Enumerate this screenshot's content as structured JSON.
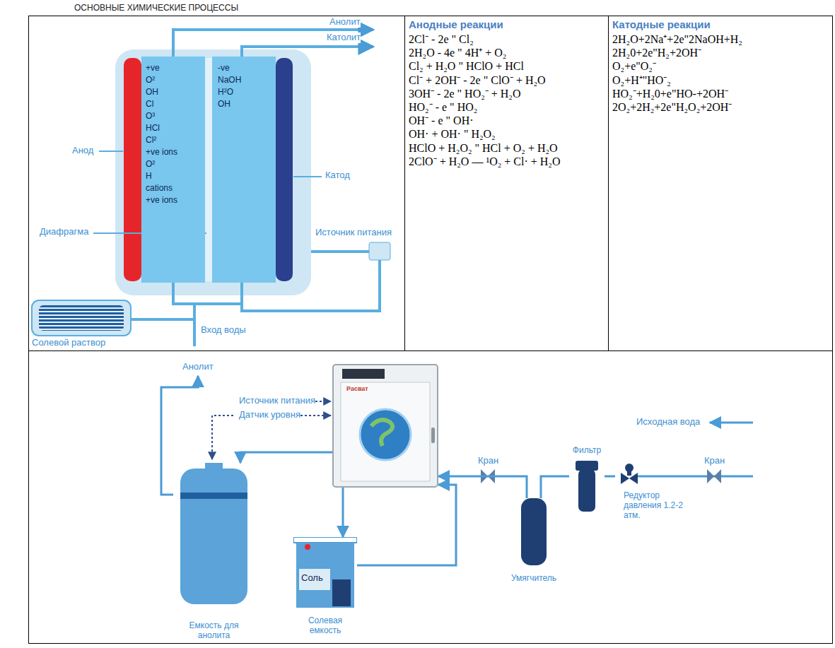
{
  "diagram": {
    "title": "ОСНОВНЫЕ ХИМИЧЕСКИЕ ПРОЦЕССЫ",
    "nodes": [
      {
        "text": [
          "+ve",
          "O²",
          "OH",
          "Cl",
          "O³",
          "HCl",
          "Cl²",
          "+ve ions",
          "O²",
          "H",
          "cations",
          "+ve ions"
        ]
      },
      {
        "text": [
          "-ve",
          "NaOH",
          "H²O",
          "OH"
        ]
      },
      {
        "text": [
          "Анодные реакции",
          "2Cl⁻ - 2e \" Cl₂",
          "2H₂O - 4e \" 4H⁺ + O₂",
          "Cl₂ + H₂O \" HClO + HCl",
          "Cl⁻ + 2OH⁻ - 2e \" ClO⁻ + H₂O",
          "3OH⁻ - 2e \" HO₂⁻ + H₂O",
          "HO₂⁻ - e \" HO₂",
          "OH⁻ - e \" OH·",
          "OH· + OH· \" H₂O₂",
          "HClO + H₂O₂ \" HCl + O₂ + H₂O",
          "2ClO⁻ + H₂O — ¹O₂ + Cl· + H₂O"
        ]
      },
      {
        "text": [
          "Катодные реакции",
          "2H₂O+2Na⁺+2e\"2NaOH+H₂",
          "2H₂0+2e\"H₂+2OH⁻",
          "O₂+e\"O₂⁻",
          "O₂+H⁺\"HO⁻₂",
          "HO₂⁻+H₂0+e\"HO-+2OH⁻",
          "2O₂+2H₂+2e\"H₂O₂+2OH⁻"
        ]
      },
      {
        "text": [
          "Расват"
        ]
      },
      {
        "text": [
          "Емкость для анолита"
        ]
      },
      {
        "text": [
          "Соль",
          "Солевая емкость"
        ]
      },
      {
        "text": [
          "Умягчитель"
        ]
      },
      {
        "text": [
          "Фильтр"
        ]
      },
      {
        "text": [
          "Редуктор давления 1.2-2 атм."
        ]
      }
    ],
    "edges": [
      {
        "from": 9,
        "to": 8,
        "arrow": "none"
      },
      {
        "from": 8,
        "to": 7,
        "arrow": "none"
      },
      {
        "from": 7,
        "to": 4,
        "arrow": "to"
      },
      {
        "from": 6,
        "to": 4,
        "arrow": "to"
      },
      {
        "from": 4,
        "to": 6,
        "arrow": "to"
      },
      {
        "from": 4,
        "to": 5,
        "arrow": "to"
      }
    ],
    "labels": [
      "Анолит",
      "Католит",
      "Анод",
      "Катод",
      "Диафрагма",
      "Источник питания",
      "Вход воды",
      "Солевой раствор",
      "Анолит",
      "Источник питания",
      "Датчик уровня",
      "Исходная вода",
      "Кран",
      "Кран"
    ]
  }
}
